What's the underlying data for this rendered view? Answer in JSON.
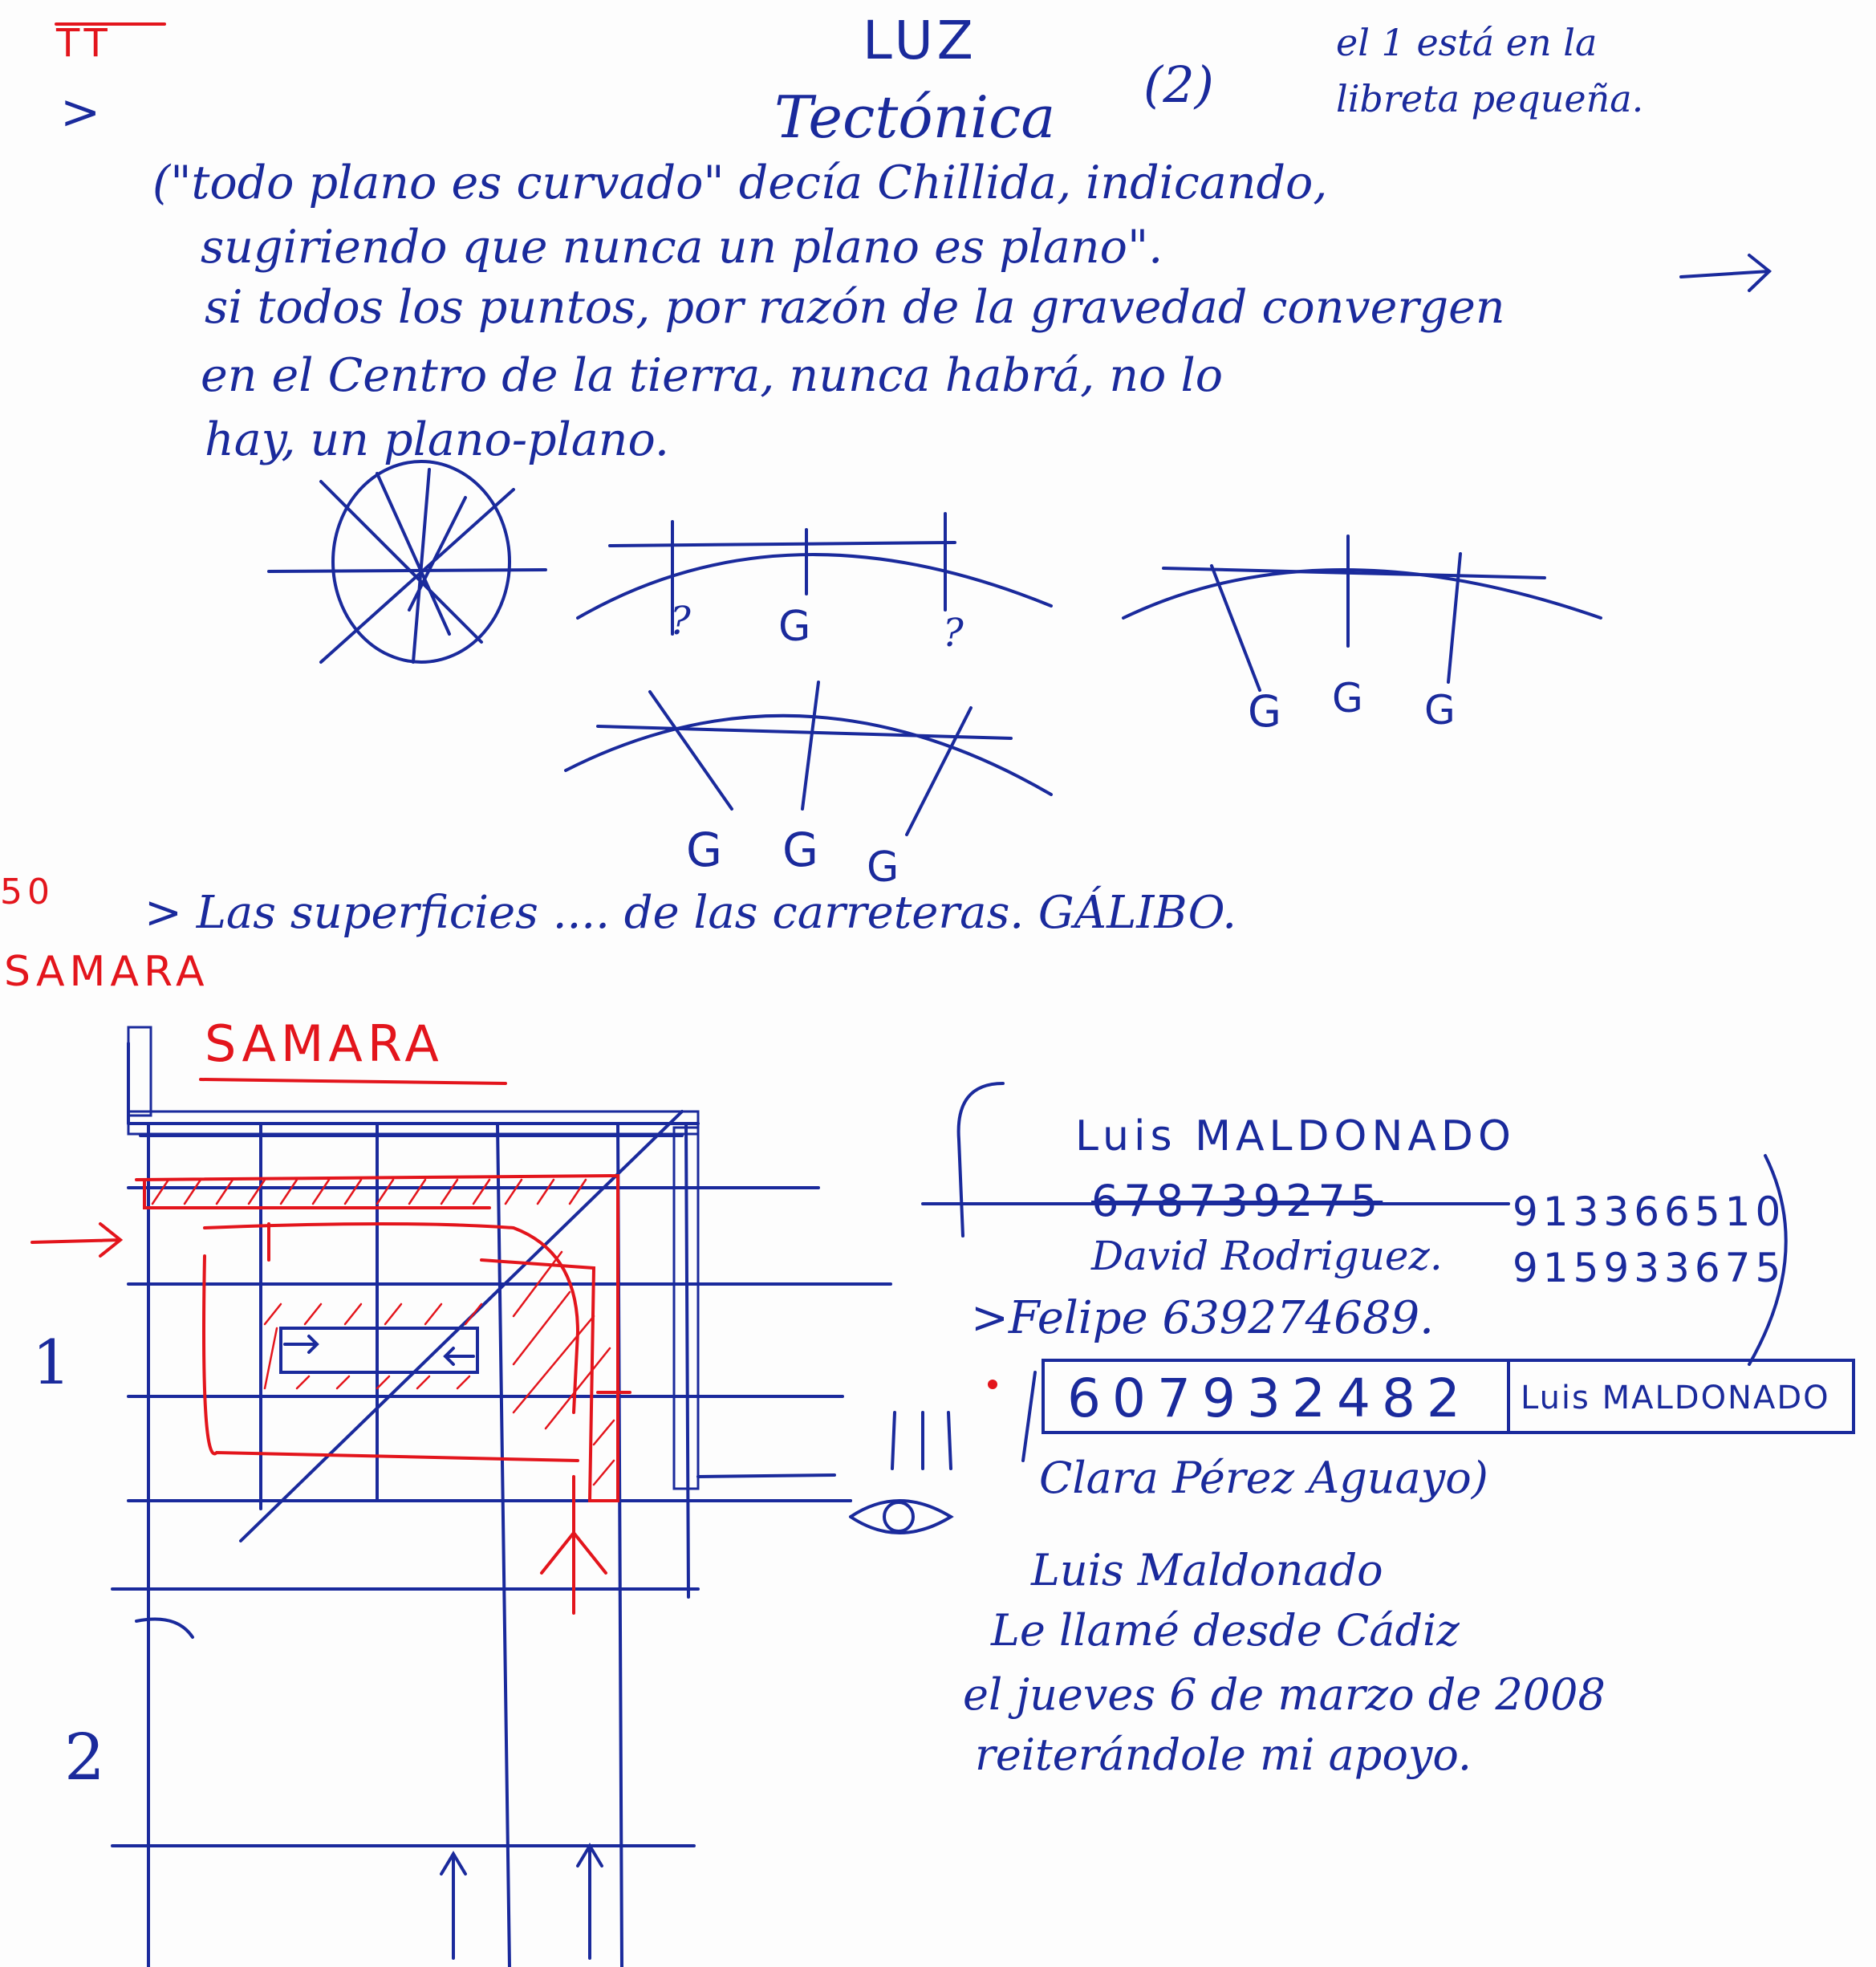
{
  "page": {
    "corner_mark": "TT",
    "title_luz": "LUZ",
    "title_tectonica": "Tectónica",
    "title_number": "(2)",
    "note_notebook_line1": "el 1 está en la",
    "note_notebook_line2": "libreta pequeña.",
    "arrow_mark": ">",
    "paragraph": [
      "(\"todo plano es curvado\" decía Chillida, indicando,",
      "sugiriendo que nunca un plano es plano\".",
      "si todos los puntos, por razón de la gravedad convergen",
      "en el Centro de la tierra, nunca habrá, no lo",
      "hay, un plano-plano."
    ],
    "sketch_labels": {
      "q_left": "?",
      "g_mid": "G",
      "q_right": "?",
      "g_row_bottom": [
        "G",
        "G",
        "G"
      ],
      "g_row_right": [
        "G",
        "G",
        "G"
      ]
    },
    "page_number_50": "50",
    "surfaces_line": "> Las superficies .... de las carreteras. GÁLIBO.",
    "samara_margin": "SAMARA",
    "samara_title": "SAMARA",
    "plan_labels": [
      "1",
      "2"
    ],
    "contacts": {
      "luis_maldonado": "Luis MALDONADO",
      "struck_number": "678739275",
      "phone_1": "913366510",
      "david": "David Rodriguez.",
      "phone_2": "915933675",
      "felipe": ">Felipe 639274689.",
      "boxed_number": "607932482",
      "boxed_name": "Luis MALDONADO",
      "clara": "Clara Pérez Aguayo)",
      "note_lines": [
        "Luis Maldonado",
        "Le llamé desde Cádiz",
        "el jueves 6 de marzo de 2008",
        "reiterándole mi apoyo."
      ]
    },
    "colors": {
      "ink_blue": "#1a2a9c",
      "ink_red": "#e3151c",
      "paper": "#fdfdfd"
    }
  }
}
